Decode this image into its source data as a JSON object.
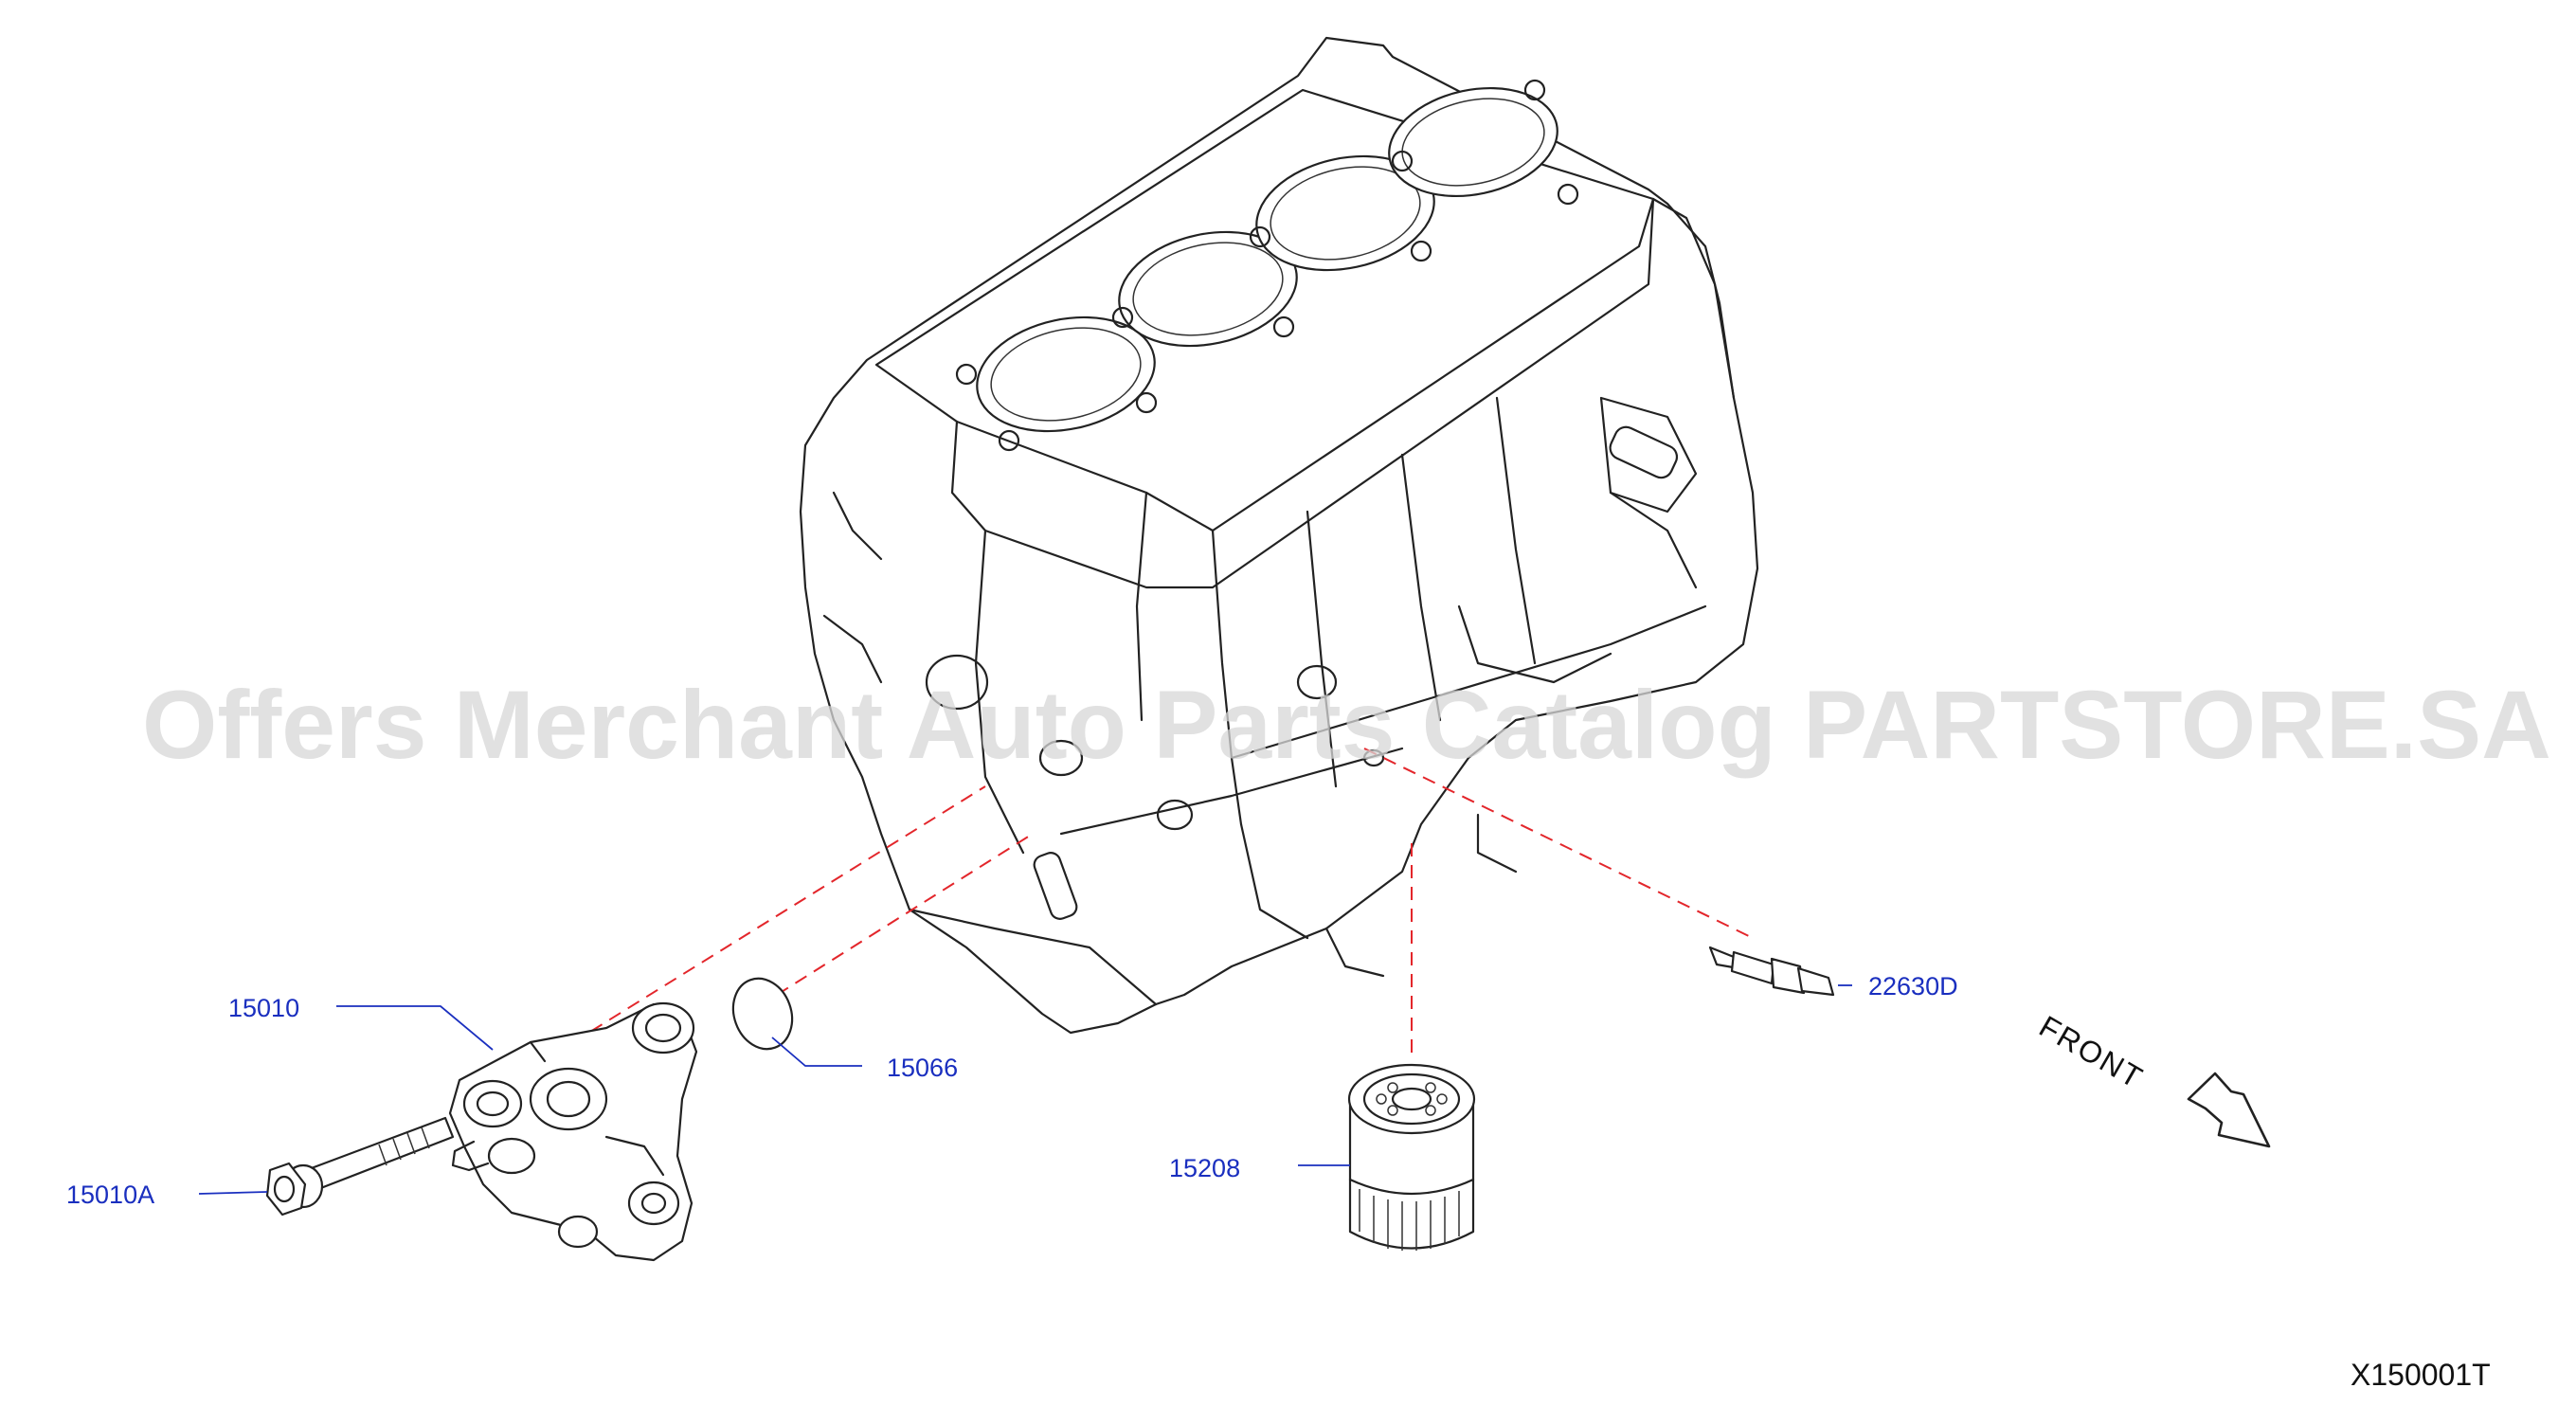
{
  "watermark": "Offers Merchant Auto Parts Catalog PARTSTORE.SA",
  "figure_code": "X150001T",
  "front_label": "FRONT",
  "parts": {
    "oil_pump": "15010",
    "oil_pump_bolt": "15010A",
    "oil_pump_gasket": "15066",
    "oil_filter": "15208",
    "oil_pressure_switch": "22630D"
  },
  "colors": {
    "callout": "#1a2fbf",
    "dashed_guide": "#e3262b",
    "line_art": "#222222",
    "watermark": "#d8d8d8"
  }
}
